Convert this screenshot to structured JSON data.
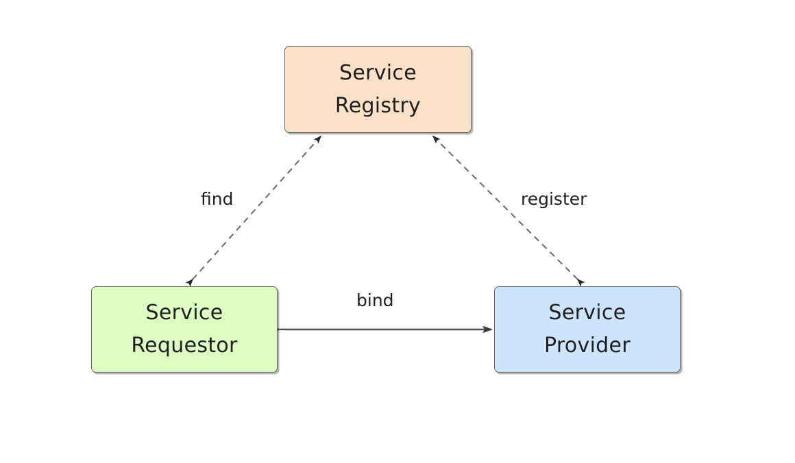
{
  "diagram": {
    "type": "service-oriented-architecture",
    "background": "#ffffff",
    "nodes": [
      {
        "id": "registry",
        "label_line1": "Service",
        "label_line2": "Registry",
        "fill": "#fbe1c8",
        "stroke": "#666666"
      },
      {
        "id": "requestor",
        "label_line1": "Service",
        "label_line2": "Requestor",
        "fill": "#ddfdc3",
        "stroke": "#666666"
      },
      {
        "id": "provider",
        "label_line1": "Service",
        "label_line2": "Provider",
        "fill": "#cce5fd",
        "stroke": "#666666"
      }
    ],
    "edges": [
      {
        "id": "find",
        "label": "find",
        "from": "requestor",
        "to": "registry",
        "style": "dashed",
        "arrows": "both",
        "color": "#555555"
      },
      {
        "id": "register",
        "label": "register",
        "from": "provider",
        "to": "registry",
        "style": "dashed",
        "arrows": "both",
        "color": "#555555"
      },
      {
        "id": "bind",
        "label": "bind",
        "from": "requestor",
        "to": "provider",
        "style": "solid",
        "arrows": "both",
        "color": "#4d4d4d"
      }
    ]
  }
}
